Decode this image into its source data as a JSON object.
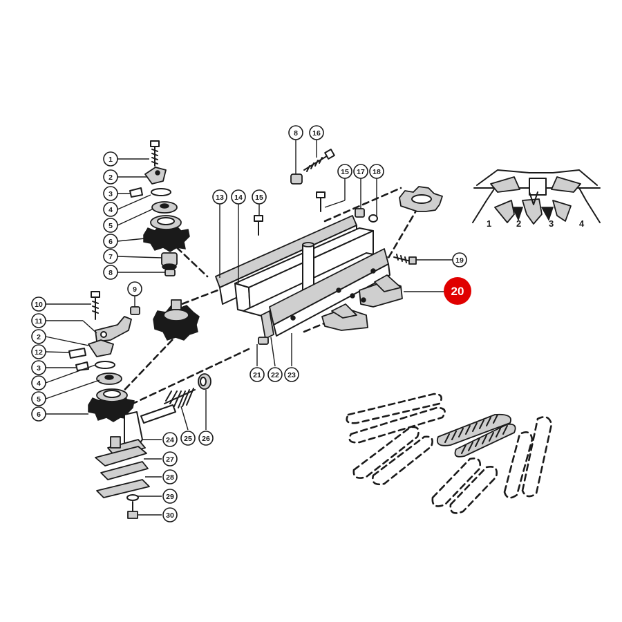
{
  "callouts": [
    {
      "id": "c1",
      "label": "1"
    },
    {
      "id": "c2a",
      "label": "2"
    },
    {
      "id": "c3a",
      "label": "3"
    },
    {
      "id": "c4a",
      "label": "4"
    },
    {
      "id": "c5a",
      "label": "5"
    },
    {
      "id": "c6a",
      "label": "6"
    },
    {
      "id": "c7",
      "label": "7"
    },
    {
      "id": "c8a",
      "label": "8"
    },
    {
      "id": "c9",
      "label": "9"
    },
    {
      "id": "c10",
      "label": "10"
    },
    {
      "id": "c11",
      "label": "11"
    },
    {
      "id": "c2b",
      "label": "2"
    },
    {
      "id": "c12",
      "label": "12"
    },
    {
      "id": "c3b",
      "label": "3"
    },
    {
      "id": "c4b",
      "label": "4"
    },
    {
      "id": "c5b",
      "label": "5"
    },
    {
      "id": "c6b",
      "label": "6"
    },
    {
      "id": "c8b",
      "label": "8"
    },
    {
      "id": "c16",
      "label": "16"
    },
    {
      "id": "c15a",
      "label": "15"
    },
    {
      "id": "c17",
      "label": "17"
    },
    {
      "id": "c18",
      "label": "18"
    },
    {
      "id": "c13",
      "label": "13"
    },
    {
      "id": "c14",
      "label": "14"
    },
    {
      "id": "c15b",
      "label": "15"
    },
    {
      "id": "c19",
      "label": "19"
    },
    {
      "id": "c21",
      "label": "21"
    },
    {
      "id": "c22",
      "label": "22"
    },
    {
      "id": "c23",
      "label": "23"
    },
    {
      "id": "c24",
      "label": "24"
    },
    {
      "id": "c25",
      "label": "25"
    },
    {
      "id": "c26",
      "label": "26"
    },
    {
      "id": "c27",
      "label": "27"
    },
    {
      "id": "c28",
      "label": "28"
    },
    {
      "id": "c29",
      "label": "29"
    },
    {
      "id": "c30",
      "label": "30"
    }
  ],
  "highlight": {
    "label": "20",
    "color": "#e00000"
  },
  "row_diagram": {
    "labels": [
      "1",
      "2",
      "3",
      "4"
    ]
  },
  "colors": {
    "ink": "#1a1a1a",
    "fill": "#ffffff",
    "shade": "#cfcfcf",
    "highlight": "#e00000"
  }
}
